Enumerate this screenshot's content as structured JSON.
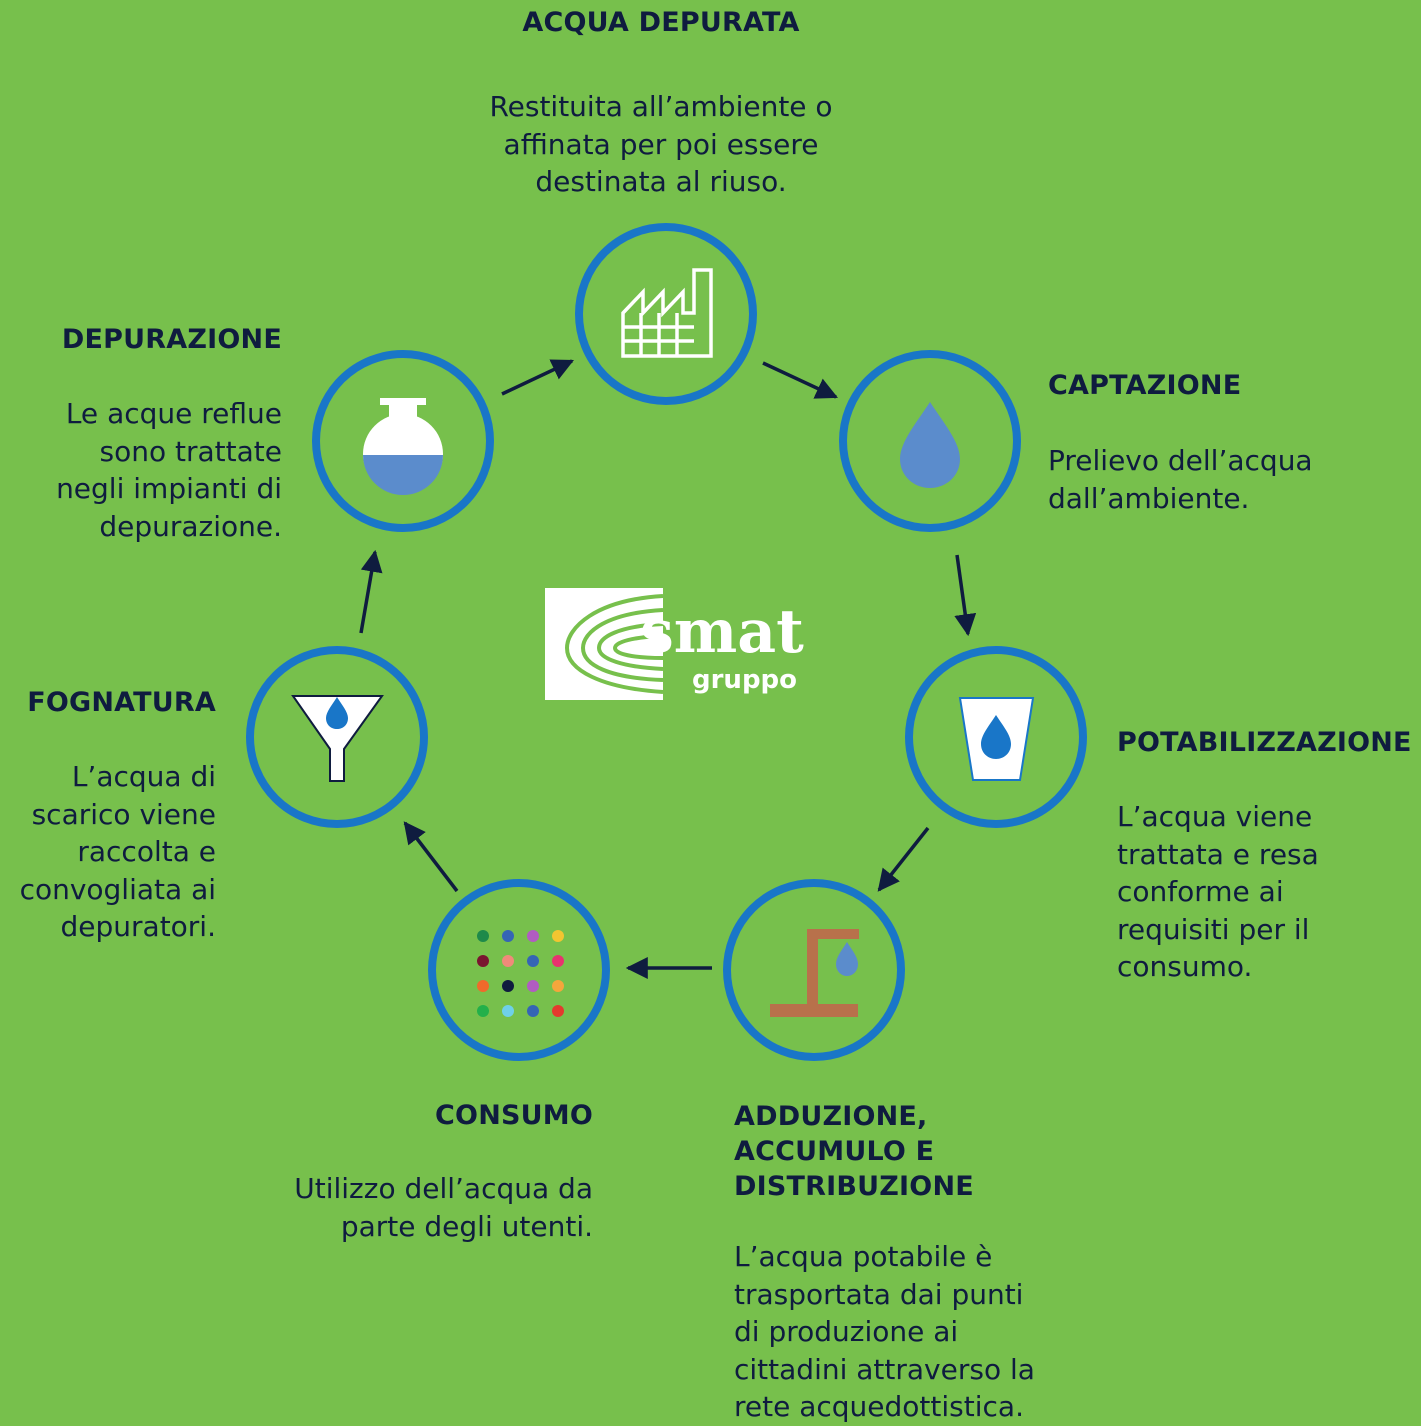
{
  "colors": {
    "background": "#77c04c",
    "ring": "#1976c8",
    "arrow": "#0f1c3f",
    "text": "#0f1c3f",
    "icon_white": "#ffffff",
    "water": "#5b8ccc",
    "tap": "#b8714b"
  },
  "logo": {
    "name": "smat",
    "sub": "gruppo"
  },
  "steps": [
    {
      "id": "acqua-depurata",
      "icon": "factory-icon",
      "title": "ACQUA DEPURATA",
      "lines": [
        "Restituita all’ambiente o",
        "affinata per poi essere",
        "destinata al riuso."
      ]
    },
    {
      "id": "captazione",
      "icon": "water-drop-icon",
      "title": "CAPTAZIONE",
      "lines": [
        "Prelievo dell’acqua",
        "dall’ambiente."
      ]
    },
    {
      "id": "potabilizzazione",
      "icon": "water-glass-icon",
      "title": "POTABILIZZAZIONE",
      "lines": [
        "L’acqua viene",
        "trattata e resa",
        "conforme ai",
        "requisiti per il",
        "consumo."
      ]
    },
    {
      "id": "adduzione",
      "icon": "water-tap-icon",
      "title_lines": [
        "ADDUZIONE,",
        "ACCUMULO E",
        "DISTRIBUZIONE"
      ],
      "lines": [
        "L’acqua potabile è",
        "trasportata dai punti",
        "di produzione ai",
        "cittadini attraverso la",
        "rete acquedottistica."
      ]
    },
    {
      "id": "consumo",
      "icon": "users-dots-icon",
      "title": "CONSUMO",
      "lines": [
        "Utilizzo dell’acqua da",
        "parte degli utenti."
      ]
    },
    {
      "id": "fognatura",
      "icon": "funnel-icon",
      "title": "FOGNATURA",
      "lines": [
        "L’acqua di",
        "scarico viene",
        "raccolta e",
        "convogliata ai",
        "depuratori."
      ]
    },
    {
      "id": "depurazione",
      "icon": "flask-icon",
      "title": "DEPURAZIONE",
      "lines": [
        "Le acque reflue",
        "sono trattate",
        "negli impianti di",
        "depurazione."
      ]
    }
  ],
  "dot_colors": [
    [
      "#1e8a4a",
      "#3565b5",
      "#b15cc2",
      "#f2c531"
    ],
    [
      "#7a1530",
      "#f08a7a",
      "#3565b5",
      "#e8336f"
    ],
    [
      "#f06a2b",
      "#0f1c3f",
      "#b15cc2",
      "#f5a63c"
    ],
    [
      "#23b04a",
      "#6fd0e8",
      "#3565b5",
      "#e43a2e"
    ]
  ]
}
